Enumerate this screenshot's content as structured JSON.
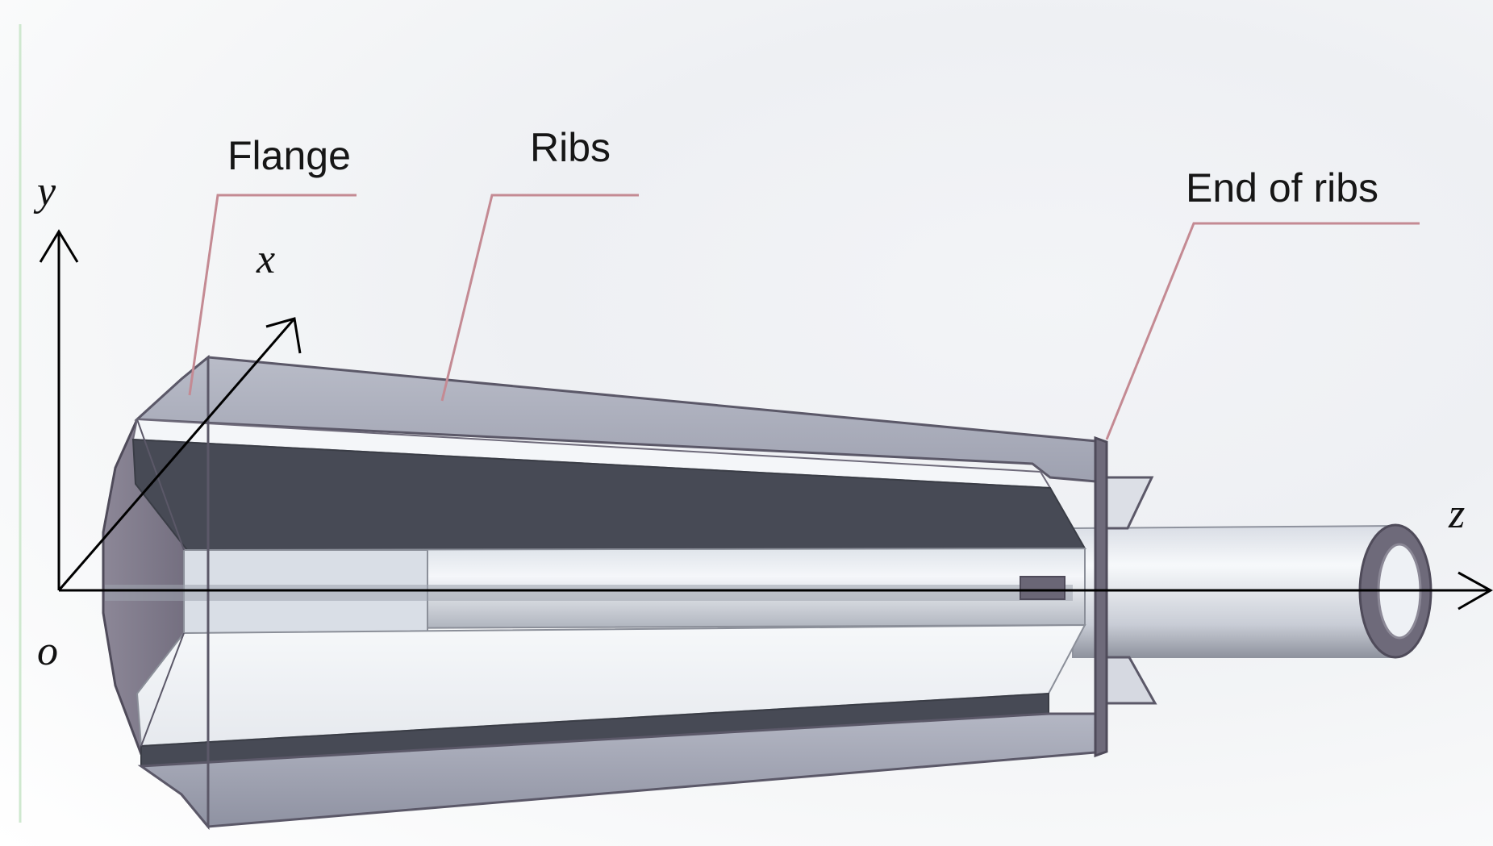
{
  "labels": {
    "flange": "Flange",
    "ribs": "Ribs",
    "end_of_ribs": "End of ribs"
  },
  "axes": {
    "x": "x",
    "y": "y",
    "z": "z",
    "origin": "o"
  },
  "colors": {
    "outer_shell": "#a7aab8",
    "shell_dark": "#474a55",
    "flange_face": "#7a7586",
    "ring_face": "#6e6a7a",
    "leader_line": "#c48a93",
    "axis_line": "#000000",
    "rod_light": "#eef2f6"
  }
}
